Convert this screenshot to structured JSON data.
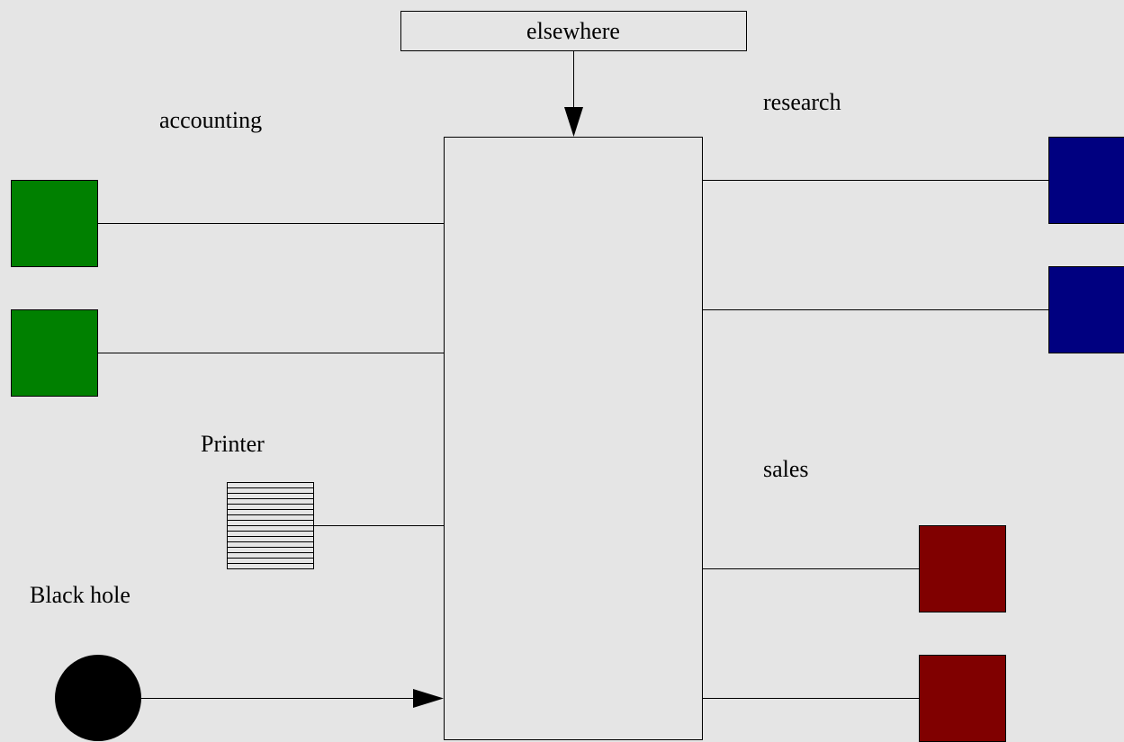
{
  "diagram": {
    "labels": {
      "elsewhere": "elsewhere",
      "accounting": "accounting",
      "research": "research",
      "printer": "Printer",
      "sales": "sales",
      "black_hole": "Black hole"
    },
    "colors": {
      "background": "#e5e5e5",
      "accounting": "#008000",
      "research": "#000080",
      "sales": "#800000",
      "black_hole": "#000000",
      "hub": "#e5e5e5",
      "line": "#000000"
    },
    "nodes": {
      "hub": "rectangle",
      "elsewhere": "rectangle",
      "accounting": "square",
      "research": "square",
      "sales": "square",
      "printer": "striped-rectangle",
      "black_hole": "circle"
    }
  }
}
